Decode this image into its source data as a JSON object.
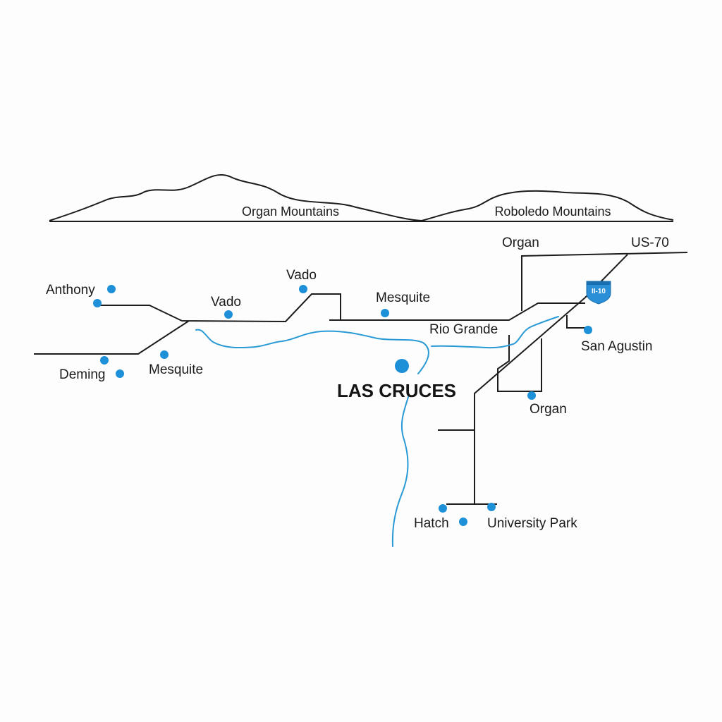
{
  "mountains": {
    "organ": "Organ Mountains",
    "robledo": "Roboledo Mountains"
  },
  "city": "LAS CRUCES",
  "river_label": "Rio Grande",
  "highways": {
    "us70": "US-70",
    "i10": "II-10"
  },
  "places": {
    "anthony": "Anthony",
    "vado_west": "Vado",
    "vado_north": "Vado",
    "mesquite_north": "Mesquite",
    "mesquite_west": "Mesquite",
    "deming": "Deming",
    "organ_north": "Organ",
    "organ_south": "Organ",
    "san_agustin": "San Agustin",
    "hatch": "Hatch",
    "university_park": "University Park"
  },
  "colors": {
    "road": "#1c1c1c",
    "river": "#2a9ad6",
    "dot": "#1e90d8",
    "shield": "#2a8fd6"
  }
}
